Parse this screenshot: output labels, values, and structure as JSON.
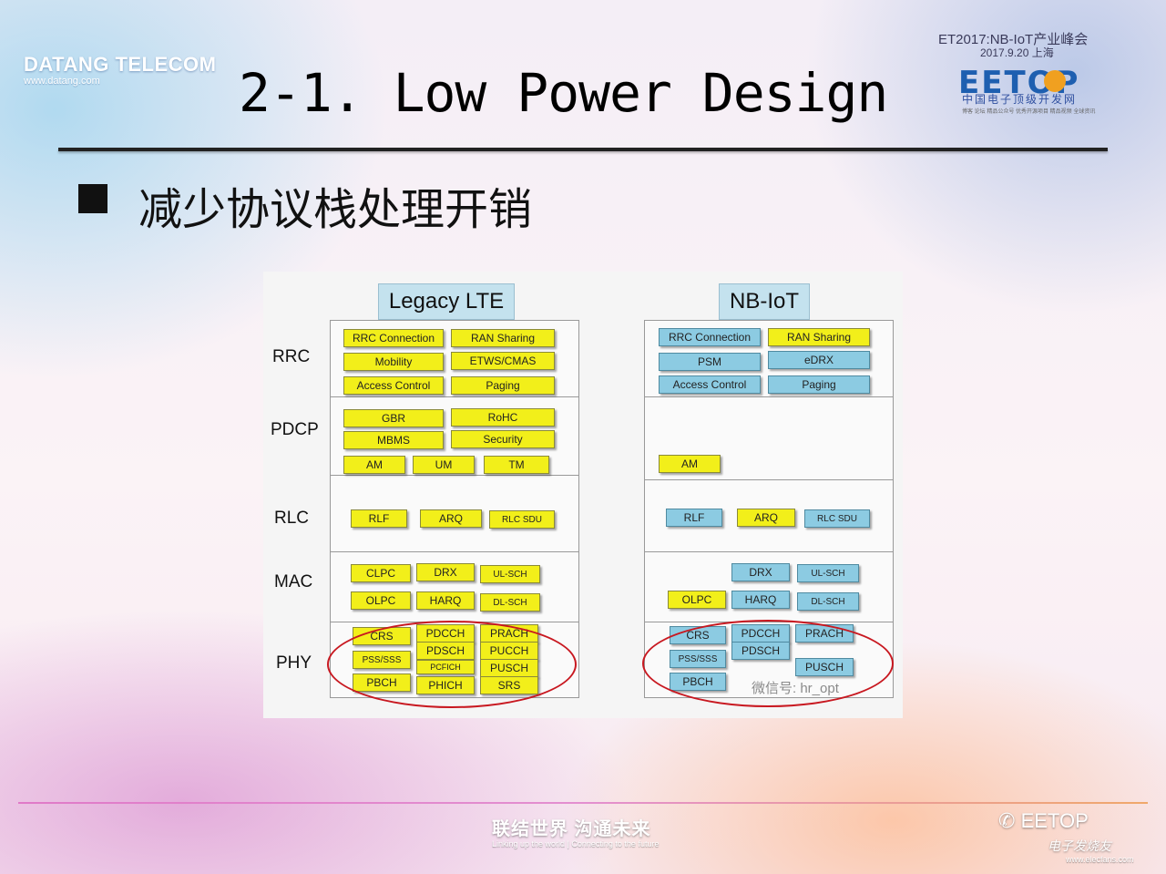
{
  "header": {
    "brand_name": "DATANG TELECOM",
    "brand_url": "www.datang.com",
    "title": "2-1. Low Power Design",
    "event_line1": "ET2017:NB-IoT产业峰会",
    "event_line2": "2017.9.20 上海",
    "eetop_logo_text": "EETOP",
    "eetop_subtitle": "中国电子顶级开发网",
    "eetop_tagline": "博客 论坛 精品公众号 优秀开源项目 精品视频 全球资讯"
  },
  "bullet": {
    "text": "减少协议栈处理开销"
  },
  "diagram": {
    "layers": [
      "RRC",
      "PDCP",
      "RLC",
      "MAC",
      "PHY"
    ],
    "legacy": {
      "title": "Legacy LTE",
      "RRC": [
        "RRC Connection",
        "RAN Sharing",
        "Mobility",
        "ETWS/CMAS",
        "Access Control",
        "Paging"
      ],
      "PDCP": [
        "GBR",
        "RoHC",
        "MBMS",
        "Security",
        "AM",
        "UM",
        "TM"
      ],
      "RLC": [
        "RLF",
        "ARQ",
        "RLC SDU"
      ],
      "MAC": [
        "CLPC",
        "DRX",
        "UL-SCH",
        "OLPC",
        "HARQ",
        "DL-SCH"
      ],
      "PHY": [
        "CRS",
        "PDCCH",
        "PRACH",
        "PSS/SSS",
        "PDSCH",
        "PUCCH",
        "PCFICH",
        "PUSCH",
        "PBCH",
        "PHICH",
        "SRS"
      ]
    },
    "nbiot": {
      "title": "NB-IoT",
      "RRC": [
        "RRC Connection",
        "RAN Sharing",
        "PSM",
        "eDRX",
        "Access Control",
        "Paging"
      ],
      "PDCP": [
        "AM"
      ],
      "RLC": [
        "RLF",
        "ARQ",
        "RLC SDU"
      ],
      "MAC": [
        "DRX",
        "UL-SCH",
        "OLPC",
        "HARQ",
        "DL-SCH"
      ],
      "PHY": [
        "CRS",
        "PDCCH",
        "PRACH",
        "PSS/SSS",
        "PDSCH",
        "PUSCH",
        "PBCH"
      ]
    },
    "watermark": "微信号: hr_opt"
  },
  "footer": {
    "slogan": "联结世界  沟通未来",
    "slogan_en": "Linking up the world | Connecting to the future",
    "wechat_name": "EETOP",
    "site_name": "电子发烧友",
    "site_url": "www.elecfans.com"
  }
}
